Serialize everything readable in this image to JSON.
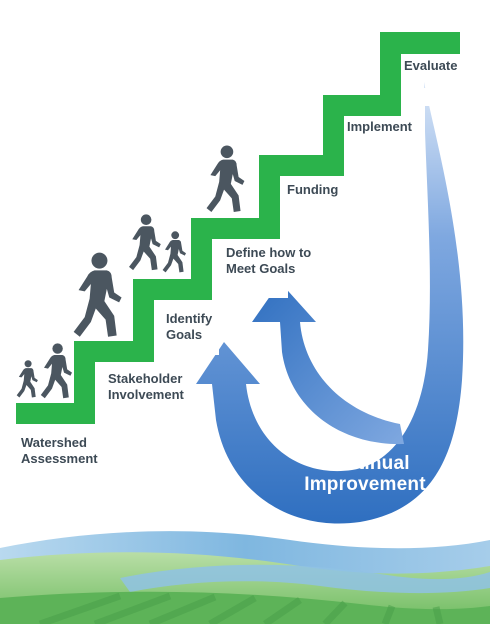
{
  "steps": [
    {
      "line1": "Watershed",
      "line2": "Assessment"
    },
    {
      "line1": "Stakeholder",
      "line2": "Involvement"
    },
    {
      "line1": "Identify",
      "line2": "Goals"
    },
    {
      "line1": "Define how to",
      "line2": "Meet Goals"
    },
    {
      "line1": "Funding",
      "line2": ""
    },
    {
      "line1": "Implement",
      "line2": ""
    },
    {
      "line1": "Evaluate",
      "line2": ""
    }
  ],
  "cycle": {
    "line1": "Continual",
    "line2": "Improvement"
  },
  "colors": {
    "stairs": "#2bb34b",
    "text": "#3d4a55",
    "figures": "#4b5660",
    "arrow_dark": "#2f72c2",
    "arrow_light": "#a9c6ea",
    "field_light": "#9fd18c",
    "field_dark": "#5db358",
    "water": "#8fc2e4"
  },
  "icons": [
    "walking-person-icon"
  ]
}
